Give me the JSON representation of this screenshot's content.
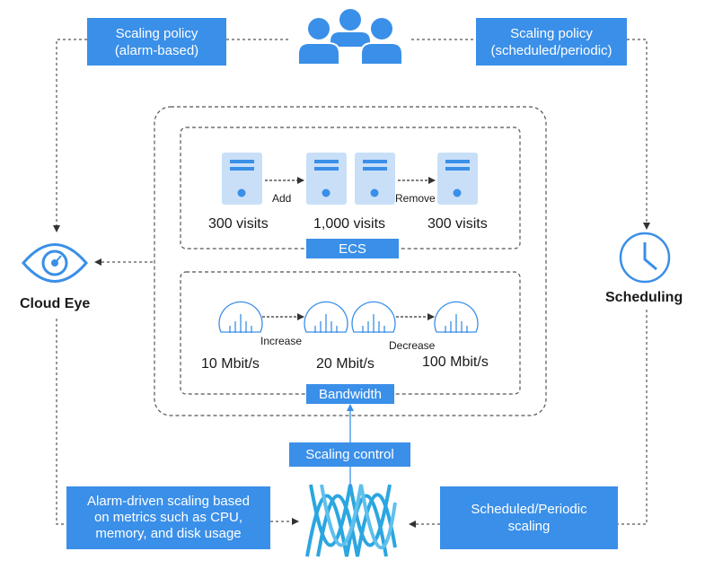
{
  "policies": {
    "alarm_based": "Scaling policy\n(alarm-based)",
    "scheduled": "Scaling policy\n(scheduled/periodic)"
  },
  "actors": {
    "cloud_eye": "Cloud Eye",
    "scheduling": "Scheduling"
  },
  "ecs": {
    "title": "ECS",
    "add_label": "Add",
    "remove_label": "Remove",
    "visits": [
      "300 visits",
      "1,000 visits",
      "300 visits"
    ]
  },
  "bandwidth": {
    "title": "Bandwidth",
    "increase_label": "Increase",
    "decrease_label": "Decrease",
    "rates": [
      "10 Mbit/s",
      "20 Mbit/s",
      "100 Mbit/s"
    ]
  },
  "scaling_control": "Scaling control",
  "alarm_driven": "Alarm-driven scaling based\non metrics such as CPU,\nmemory, and disk usage",
  "scheduled_periodic": "Scheduled/Periodic\nscaling",
  "colors": {
    "accent": "#3a8fe8",
    "line": "#555555"
  }
}
